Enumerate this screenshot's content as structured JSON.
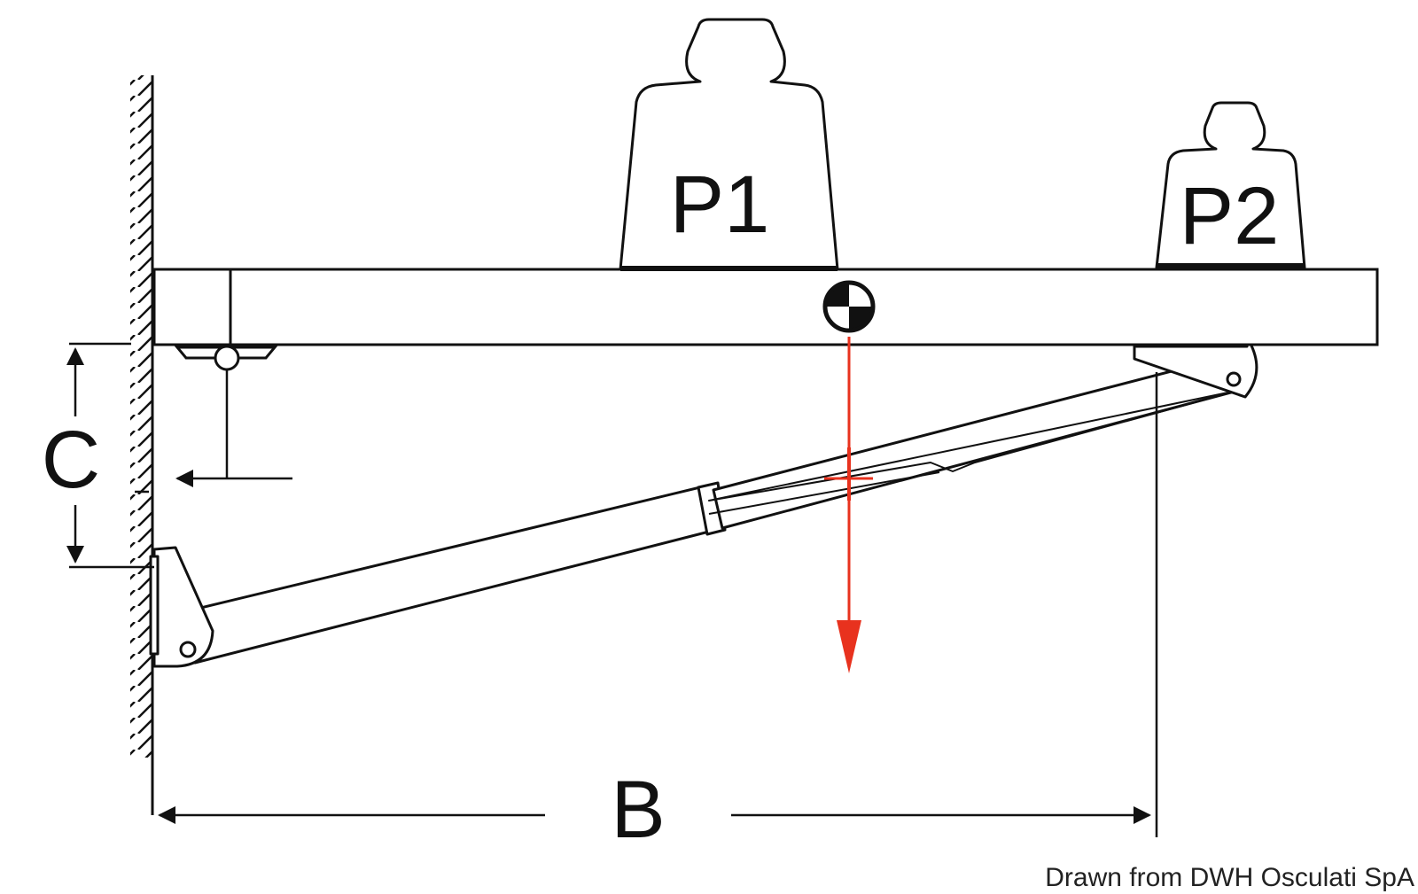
{
  "labels": {
    "weight_1": "P1",
    "weight_2": "P2",
    "dim_c": "C",
    "dim_b": "B"
  },
  "credit": "Drawn from DWH Osculati SpA",
  "colors": {
    "ink": "#111111",
    "load_arrow": "#e8321e",
    "background": "#ffffff"
  }
}
